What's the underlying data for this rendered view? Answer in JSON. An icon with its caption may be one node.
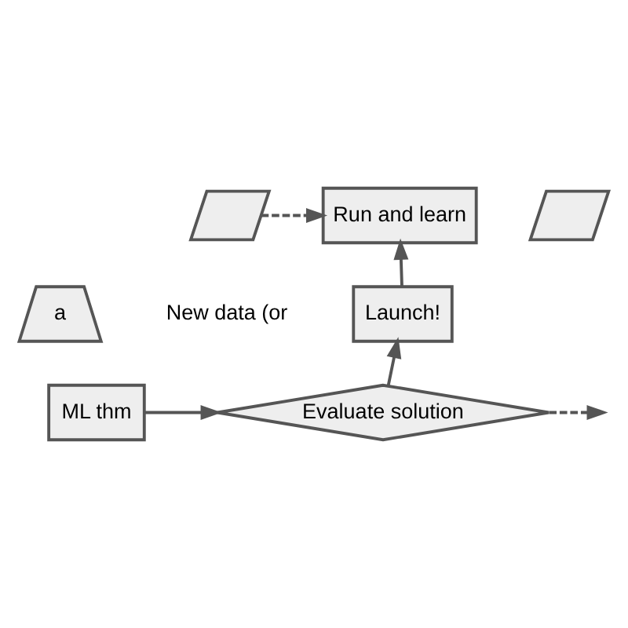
{
  "diagram": {
    "nodes": [
      {
        "text": [
          "a"
        ]
      },
      {
        "text": [
          "ML thm"
        ]
      },
      {
        "text": [
          "Evaluate solution"
        ]
      },
      {
        "text": [
          "Launch!"
        ]
      },
      {
        "text": [
          "Run and learn"
        ]
      },
      {
        "text": [],
        "shape": "parallelogram"
      },
      {
        "text": [],
        "shape": "parallelogram"
      }
    ],
    "edges": [
      {
        "from": 1,
        "to": 2,
        "arrow": "to"
      },
      {
        "from": 2,
        "to": 3,
        "arrow": "to"
      },
      {
        "from": 3,
        "to": 4,
        "arrow": "to"
      },
      {
        "from": 5,
        "to": 4,
        "arrow": "to",
        "style": "dashed"
      },
      {
        "from": 2,
        "to": null,
        "arrow": "to",
        "style": "dashed"
      }
    ],
    "labels": [
      "New data (or"
    ]
  }
}
